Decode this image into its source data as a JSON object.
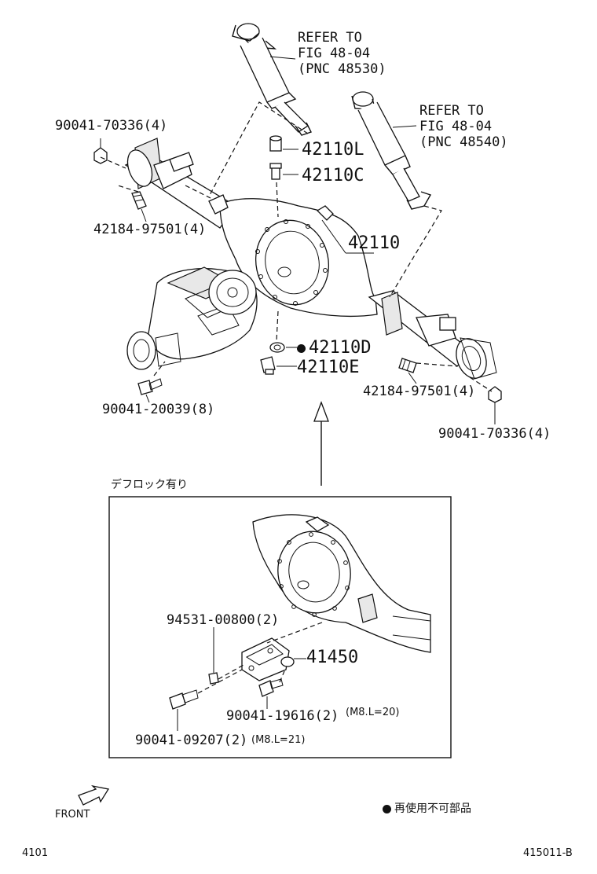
{
  "callouts": {
    "refer_left_1": "REFER TO",
    "refer_left_2": "FIG 48-04",
    "refer_left_3": "(PNC 48530)",
    "refer_right_1": "REFER TO",
    "refer_right_2": "FIG 48-04",
    "refer_right_3": "(PNC 48540)",
    "part_90041_70336_left": "90041-70336(4)",
    "part_42110L": "42110L",
    "part_42110C": "42110C",
    "part_42110": "42110",
    "part_42184_97501_left": "42184-97501(4)",
    "part_42110D": "42110D",
    "part_42110E": "42110E",
    "part_42184_97501_right": "42184-97501(4)",
    "part_90041_20039": "90041-20039(8)",
    "part_90041_70336_right": "90041-70336(4)"
  },
  "inset": {
    "title": "デフロック有り",
    "part_94531": "94531-00800(2)",
    "part_41450": "41450",
    "part_90041_19616": "90041-19616(2)",
    "note_19616": "(M8.L=20)",
    "part_90041_09207": "90041-09207(2)",
    "note_09207": "(M8.L=21)"
  },
  "footer": {
    "front_label": "FRONT",
    "legend_text": "再使用不可部品",
    "page_left": "4101",
    "page_right": "415011-B"
  },
  "icons": [
    "front-arrow-icon",
    "non-reusable-dot-icon"
  ]
}
